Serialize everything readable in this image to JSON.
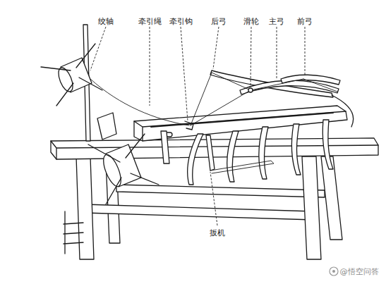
{
  "diagram": {
    "labels": [
      "绞轴",
      "牵引绳",
      "牵引钩",
      "后弓",
      "滑轮",
      "主弓",
      "前弓",
      "扳机",
      "@悟空问答"
    ]
  }
}
